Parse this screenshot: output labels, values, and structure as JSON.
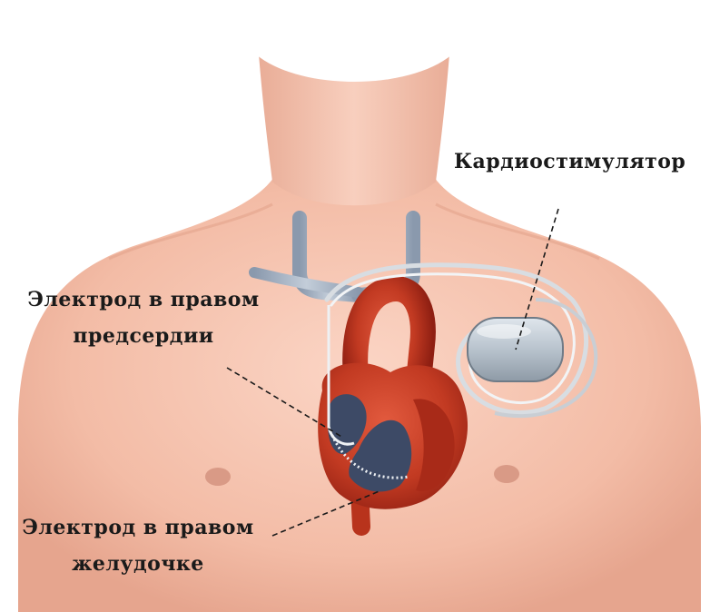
{
  "labels": {
    "pacemaker": "Кардиостимулятор",
    "atrium_electrode_line1": "Электрод в правом",
    "atrium_electrode_line2": "предсердии",
    "ventricle_electrode_line1": "Электрод в правом",
    "ventricle_electrode_line2": "желудочке"
  },
  "colors": {
    "background": "#ffffff",
    "skin": "#f6c4b0",
    "skin_shadow": "#e8a892",
    "heart": "#c8321e",
    "heart_dark": "#8e1d12",
    "vein": "#a9b6c6",
    "chamber": "#3d4a66",
    "lead": "#d8dde2",
    "device": "#b9c3cc",
    "label_text": "#1a1a1a"
  }
}
